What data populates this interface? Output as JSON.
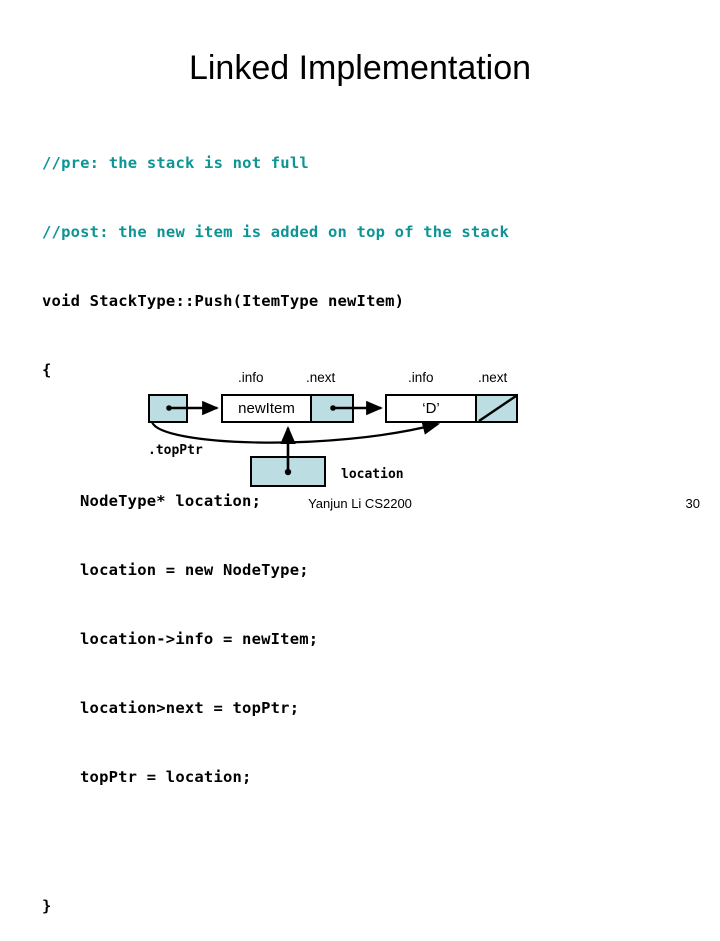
{
  "slide": {
    "title": "Linked Implementation",
    "accent_color": "#0d9494",
    "node_fill_color": "#bcdde1"
  },
  "code": {
    "lines": [
      {
        "text": "//pre: the stack is not full",
        "style": "comment",
        "indent": false
      },
      {
        "text": "//post: the new item is added on top of the stack",
        "style": "comment",
        "indent": false
      },
      {
        "text": "void StackType::Push(ItemType newItem)",
        "style": "plain",
        "indent": false
      },
      {
        "text": "{",
        "style": "plain",
        "indent": false
      },
      {
        "text": "NodeType* location;",
        "style": "plain",
        "indent": true
      },
      {
        "text": "location = new NodeType;",
        "style": "plain",
        "indent": true
      },
      {
        "text": "location->info = newItem;",
        "style": "plain",
        "indent": true
      },
      {
        "text": "location>next = topPtr;",
        "style": "plain",
        "indent": true
      },
      {
        "text": "topPtr = location;",
        "style": "plain",
        "indent": true
      },
      {
        "text": "}",
        "style": "plain",
        "indent": false
      }
    ]
  },
  "diagram": {
    "field_labels": {
      "node1_info": ".info",
      "node1_next": ".next",
      "node2_info": ".info",
      "node2_next": ".next"
    },
    "nodes": [
      {
        "id": "node-newitem",
        "info_value": "newItem",
        "next_value": "",
        "next_is_null": false
      },
      {
        "id": "node-d",
        "info_value": "‘D’",
        "next_value": "",
        "next_is_null": true
      }
    ],
    "pointers": [
      {
        "id": "topptr",
        "label": ".topPtr"
      },
      {
        "id": "location",
        "label": "location"
      }
    ]
  },
  "footer": {
    "credit": "Yanjun Li CS2200",
    "page_number": "30"
  }
}
